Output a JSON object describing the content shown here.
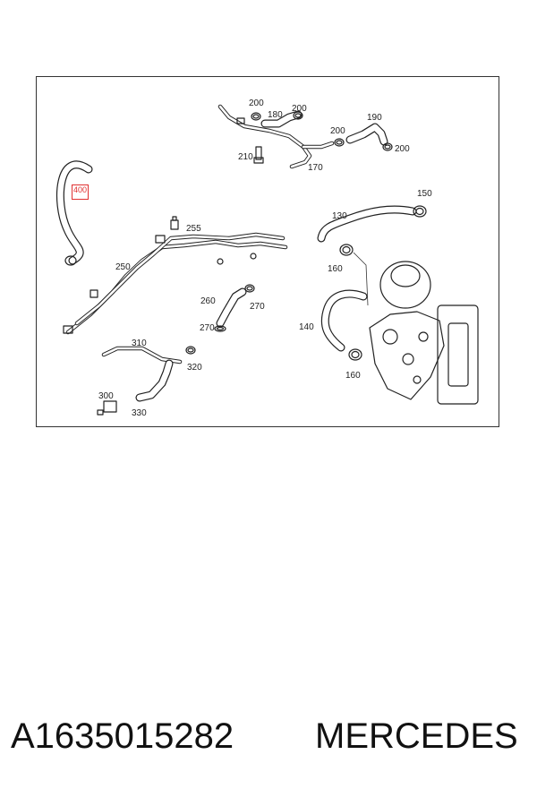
{
  "diagram": {
    "callouts": [
      {
        "id": "c200a",
        "text": "200"
      },
      {
        "id": "c180",
        "text": "180"
      },
      {
        "id": "c200b",
        "text": "200"
      },
      {
        "id": "c200c",
        "text": "200"
      },
      {
        "id": "c190",
        "text": "190"
      },
      {
        "id": "c200d",
        "text": "200"
      },
      {
        "id": "c210",
        "text": "210"
      },
      {
        "id": "c170",
        "text": "170"
      },
      {
        "id": "c150",
        "text": "150"
      },
      {
        "id": "c130",
        "text": "130"
      },
      {
        "id": "c255",
        "text": "255"
      },
      {
        "id": "c250",
        "text": "250"
      },
      {
        "id": "c160a",
        "text": "160"
      },
      {
        "id": "c260",
        "text": "260"
      },
      {
        "id": "c270a",
        "text": "270"
      },
      {
        "id": "c270b",
        "text": "270"
      },
      {
        "id": "c140",
        "text": "140"
      },
      {
        "id": "c310",
        "text": "310"
      },
      {
        "id": "c320",
        "text": "320"
      },
      {
        "id": "c160b",
        "text": "160"
      },
      {
        "id": "c300",
        "text": "300"
      },
      {
        "id": "c330",
        "text": "330"
      }
    ],
    "highlighted_callout": "400",
    "highlight_color": "#e03030"
  },
  "footer": {
    "part_number": "A1635015282",
    "brand": "MERCEDES"
  }
}
